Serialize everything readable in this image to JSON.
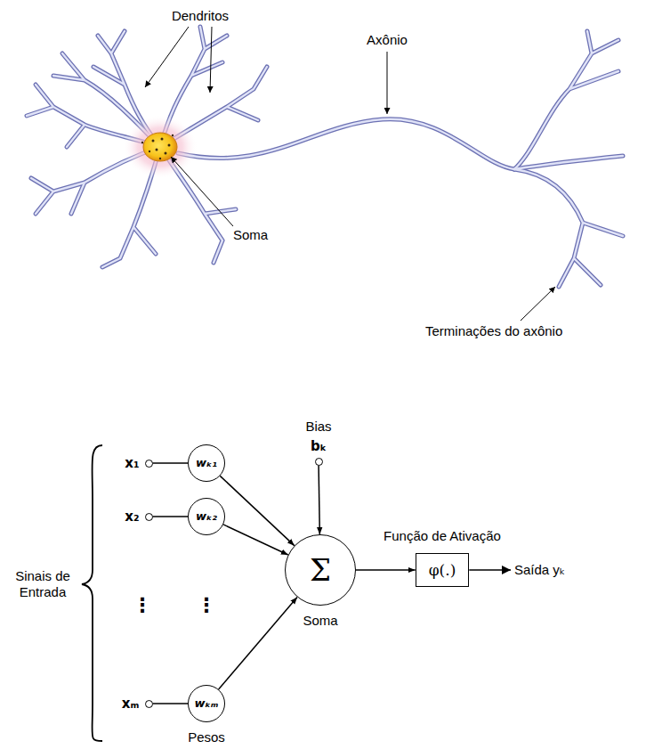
{
  "diagram": {
    "nodes": [
      {
        "text": [
          "x₁"
        ]
      },
      {
        "text": [
          "wₖ₁"
        ]
      },
      {
        "text": [
          "x₂"
        ]
      },
      {
        "text": [
          "wₖ₂"
        ]
      },
      {
        "text": [
          "xₘ"
        ]
      },
      {
        "text": [
          "wₖₘ"
        ]
      },
      {
        "text": [
          "Σ",
          "Soma"
        ]
      },
      {
        "text": [
          "Bias",
          "bₖ"
        ]
      },
      {
        "text": [
          "φ(.)",
          "Função de Ativação"
        ]
      }
    ],
    "edges": [
      {
        "from": 0,
        "to": 1,
        "arrow": "none"
      },
      {
        "from": 2,
        "to": 3,
        "arrow": "none"
      },
      {
        "from": 4,
        "to": 5,
        "arrow": "none"
      },
      {
        "from": 1,
        "to": 6,
        "arrow": "to"
      },
      {
        "from": 3,
        "to": 6,
        "arrow": "to"
      },
      {
        "from": 5,
        "to": 6,
        "arrow": "to"
      },
      {
        "from": 7,
        "to": 6,
        "arrow": "to"
      },
      {
        "from": 6,
        "to": 8,
        "arrow": "to"
      }
    ],
    "labels": [
      "Dendritos",
      "Axônio",
      "Soma",
      "Terminações do axônio",
      "Sinais de Entrada",
      "Pesos",
      "⋮",
      "⋮",
      "Saída yₖ"
    ]
  }
}
